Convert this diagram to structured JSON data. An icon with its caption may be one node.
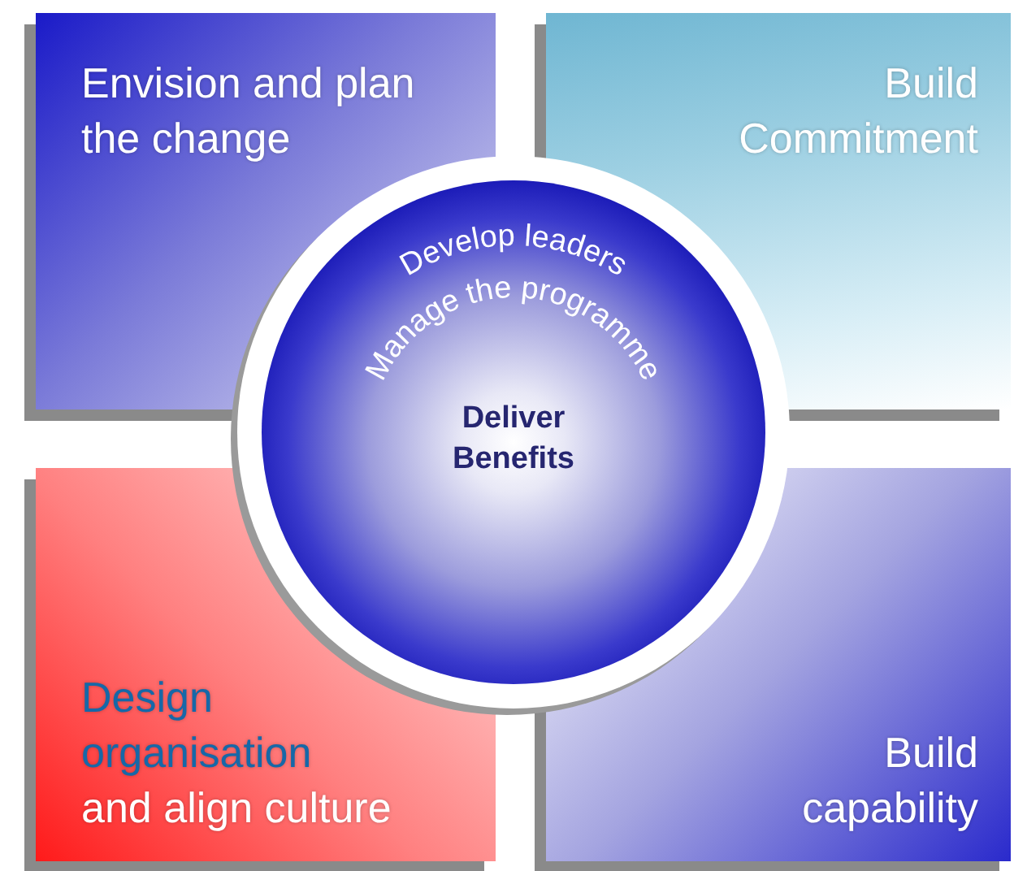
{
  "diagram": {
    "nodes": [
      {
        "text": [
          "Envision and plan the change"
        ]
      },
      {
        "text": [
          "Build Commitment"
        ]
      },
      {
        "text": [
          "Design organisation",
          "and align culture"
        ]
      },
      {
        "text": [
          "Build capability"
        ]
      },
      {
        "text": [
          "Develop leaders",
          "Manage the programme",
          "Deliver Benefits"
        ]
      }
    ]
  }
}
